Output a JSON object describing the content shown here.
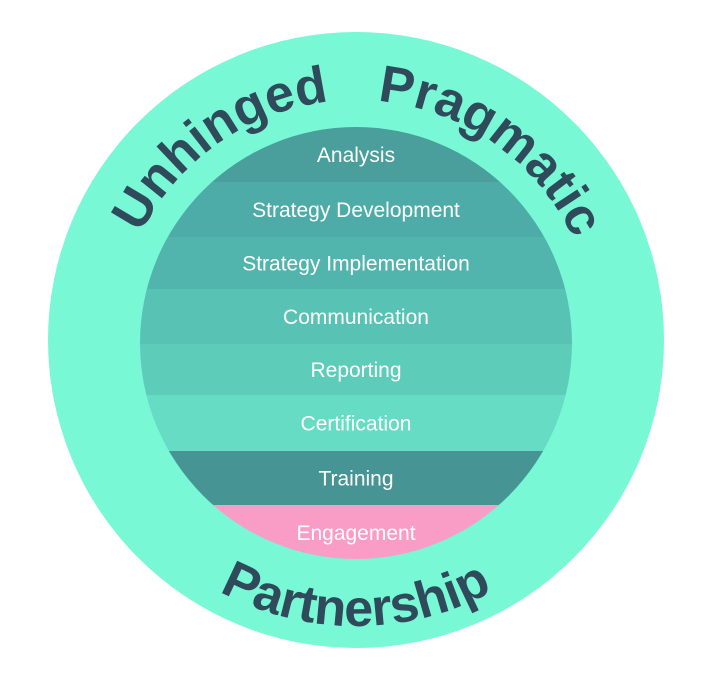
{
  "colors": {
    "outer_ring": "#78f8d4",
    "ring_text": "#2f4a5a",
    "label_text": "#ffffff"
  },
  "ring_words": {
    "left": "Unhinged",
    "right": "Pragmatic",
    "bottom": "Partnership"
  },
  "layers": [
    {
      "label": "Analysis",
      "color": "#4a9e9c"
    },
    {
      "label": "Strategy Development",
      "color": "#4eaca8"
    },
    {
      "label": "Strategy Implementation",
      "color": "#52b5ad"
    },
    {
      "label": "Communication",
      "color": "#58c3b5"
    },
    {
      "label": "Reporting",
      "color": "#5dcdb9"
    },
    {
      "label": "Certification",
      "color": "#66dcc4"
    },
    {
      "label": "Training",
      "color": "#469494"
    },
    {
      "label": "Engagement",
      "color": "#f99dc6"
    }
  ]
}
